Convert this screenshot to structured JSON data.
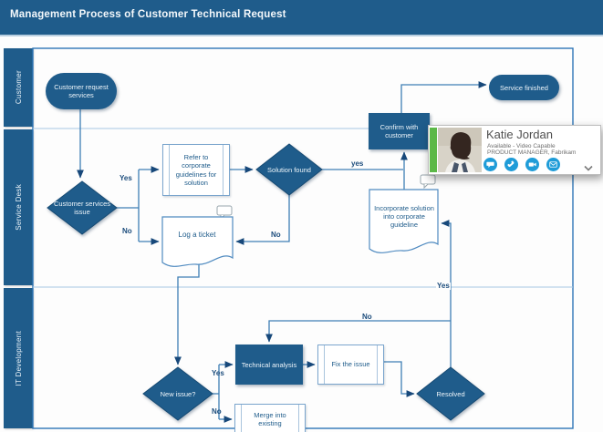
{
  "title_bar": {
    "title": "Management Process of Customer Technical Request"
  },
  "lanes": [
    {
      "label": "Customer"
    },
    {
      "label": "Service Desk"
    },
    {
      "label": "IT Development"
    }
  ],
  "diagram": {
    "shapes": {
      "customer_request": "Customer request services",
      "customer_services_issue": "Customer services issue",
      "refer_to_corporate": "Refer to corporate guidelines for solution",
      "solution_found": "Solution found",
      "log_a_ticket": "Log a ticket",
      "confirm_with_customer": "Confirm with customer",
      "service_finished": "Service finished",
      "incorporate_solution": "Incorporate solution into corporate guideline",
      "technical_analysis": "Technical analysis",
      "fix_the_issue": "Fix the issue",
      "new_issue": "New issue?",
      "resolved": "Resolved",
      "merge_into_existing": "Merge into existing"
    },
    "edge_labels": {
      "issue_yes": "Yes",
      "issue_no": "No",
      "solution_yes": "yes",
      "solution_no": "No",
      "new_issue_yes": "Yes",
      "new_issue_no": "No",
      "resolved_no": "No",
      "resolved_yes": "Yes"
    },
    "edges": [
      {
        "from": "Customer request services",
        "to": "Customer services issue",
        "label": ""
      },
      {
        "from": "Customer services issue",
        "to": "Refer to corporate guidelines for solution",
        "label": "Yes"
      },
      {
        "from": "Customer services issue",
        "to": "Log a ticket",
        "label": "No"
      },
      {
        "from": "Refer to corporate guidelines for solution",
        "to": "Solution found",
        "label": ""
      },
      {
        "from": "Solution found",
        "to": "Confirm with customer",
        "label": "yes"
      },
      {
        "from": "Solution found",
        "to": "Log a ticket",
        "label": "No"
      },
      {
        "from": "Log a ticket",
        "to": "New issue?",
        "label": ""
      },
      {
        "from": "New issue?",
        "to": "Technical analysis",
        "label": "Yes"
      },
      {
        "from": "New issue?",
        "to": "Merge into existing",
        "label": "No"
      },
      {
        "from": "Technical analysis",
        "to": "Fix the issue",
        "label": ""
      },
      {
        "from": "Fix the issue",
        "to": "Resolved",
        "label": ""
      },
      {
        "from": "Resolved",
        "to": "Technical analysis",
        "label": "No"
      },
      {
        "from": "Resolved",
        "to": "Incorporate solution into corporate guideline",
        "label": "Yes"
      },
      {
        "from": "Incorporate solution into corporate guideline",
        "to": "Confirm with customer",
        "label": ""
      },
      {
        "from": "Confirm with customer",
        "to": "Service finished",
        "label": ""
      }
    ]
  },
  "contact_card": {
    "name": "Katie Jordan",
    "status": "Available - Video Capable",
    "role": "PRODUCT MANAGER, Fabrikam",
    "buttons": [
      {
        "icon": "chat-icon"
      },
      {
        "icon": "phone-icon"
      },
      {
        "icon": "video-icon"
      },
      {
        "icon": "email-icon"
      }
    ],
    "more_icon": "chevron-down-icon"
  },
  "colors": {
    "header_blue": "#1f5c8b",
    "shape_dark_blue": "#1f5c8b",
    "connector_blue": "#3f7fb5",
    "light_border_blue": "#7aa5cd",
    "presence_green": "#5cb847",
    "card_button_blue": "#1f9cd8"
  }
}
